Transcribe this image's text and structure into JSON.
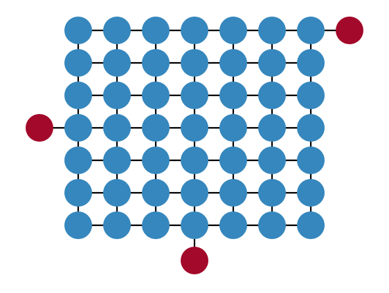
{
  "diagram": {
    "grid": {
      "rows": 7,
      "cols": 7
    },
    "terminals": [
      {
        "row": 0,
        "side": "right"
      },
      {
        "row": 3,
        "side": "left"
      },
      {
        "col": 3,
        "side": "bottom"
      }
    ],
    "colors": {
      "grid_node": "#3587bd",
      "terminal_node": "#a3092a",
      "edge": "#000000",
      "background": "#ffffff"
    }
  }
}
